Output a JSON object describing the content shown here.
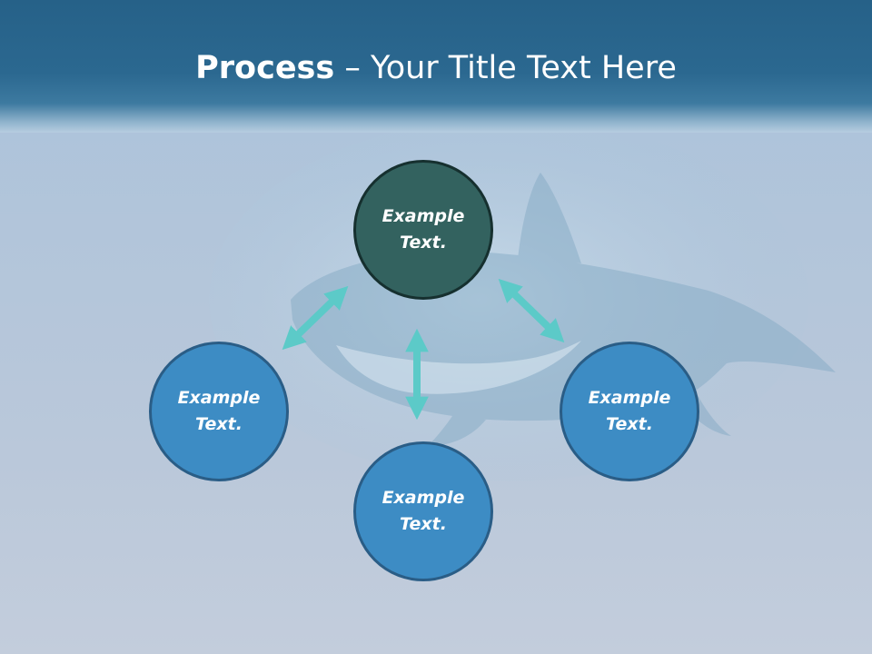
{
  "header": {
    "title_bold": "Process",
    "title_rest": " – Your Title Text Here"
  },
  "nodes": {
    "top": "Example Text.",
    "left": "Example Text.",
    "right": "Example Text.",
    "bottom": "Example Text."
  },
  "colors": {
    "header": "#2b6890",
    "node_dark": "#33625f",
    "node_blue": "#3d8cc4",
    "arrow": "#5ccac8",
    "title_text": "#ffffff"
  },
  "icons": {
    "background": "shark-photo",
    "connectors": "double-headed-arrow"
  }
}
